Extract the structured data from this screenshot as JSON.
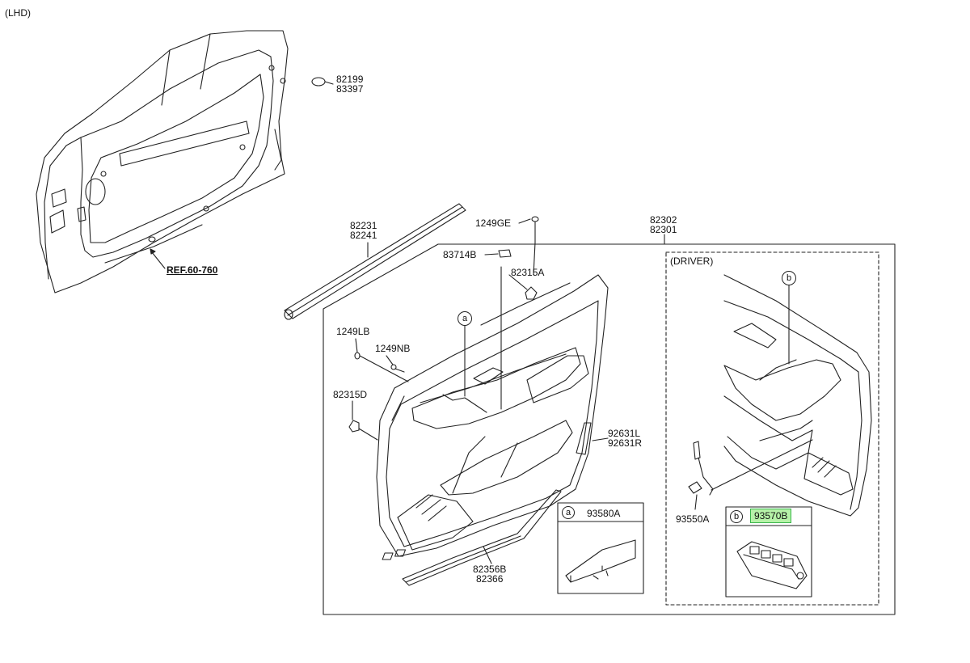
{
  "diagram": {
    "variant_label": "(LHD)",
    "reference_label": "REF.60-760",
    "driver_label": "(DRIVER)",
    "parts": {
      "p82199": "82199",
      "p83397": "83397",
      "p82231": "82231",
      "p82241": "82241",
      "p1249GE": "1249GE",
      "p82302": "82302",
      "p82301": "82301",
      "p83714B": "83714B",
      "p82315A": "82315A",
      "p1249LB": "1249LB",
      "p1249NB": "1249NB",
      "p82315D": "82315D",
      "p92631L": "92631L",
      "p92631R": "92631R",
      "p82356B": "82356B",
      "p82366": "82366",
      "p93580A": "93580A",
      "p93550A": "93550A",
      "p93570B": "93570B"
    },
    "callouts": {
      "a": "a",
      "b": "b"
    }
  },
  "colors": {
    "line": "#222222",
    "highlight_fill": "#b6f2a8",
    "highlight_border": "#39b54a"
  }
}
